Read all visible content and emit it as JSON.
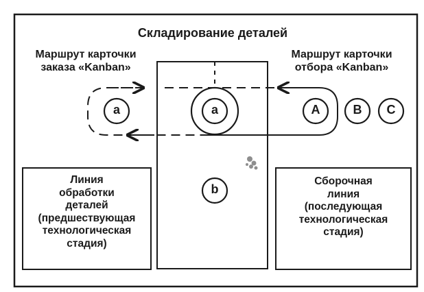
{
  "title": "Складирование деталей",
  "kanban": {
    "order_route": [
      "Маршрут карточки",
      "заказа «Kanban»"
    ],
    "pick_route": [
      "Маршрут карточки",
      "отбора «Kanban»"
    ]
  },
  "cards": {
    "order_card_left": "a",
    "order_card_center": "a",
    "buffer_item": "b",
    "pick_card_a": "A",
    "pick_card_b": "B",
    "pick_card_c": "C"
  },
  "processing_line": [
    "Линия",
    "обработки",
    "деталей",
    "(предшествующая",
    "технологическая",
    "стадия)"
  ],
  "assembly_line": [
    "Сборочная",
    "линия",
    "(последующая",
    "технологическая",
    "стадия)"
  ],
  "colors": {
    "ink": "#1a1a1a",
    "background": "#ffffff"
  }
}
